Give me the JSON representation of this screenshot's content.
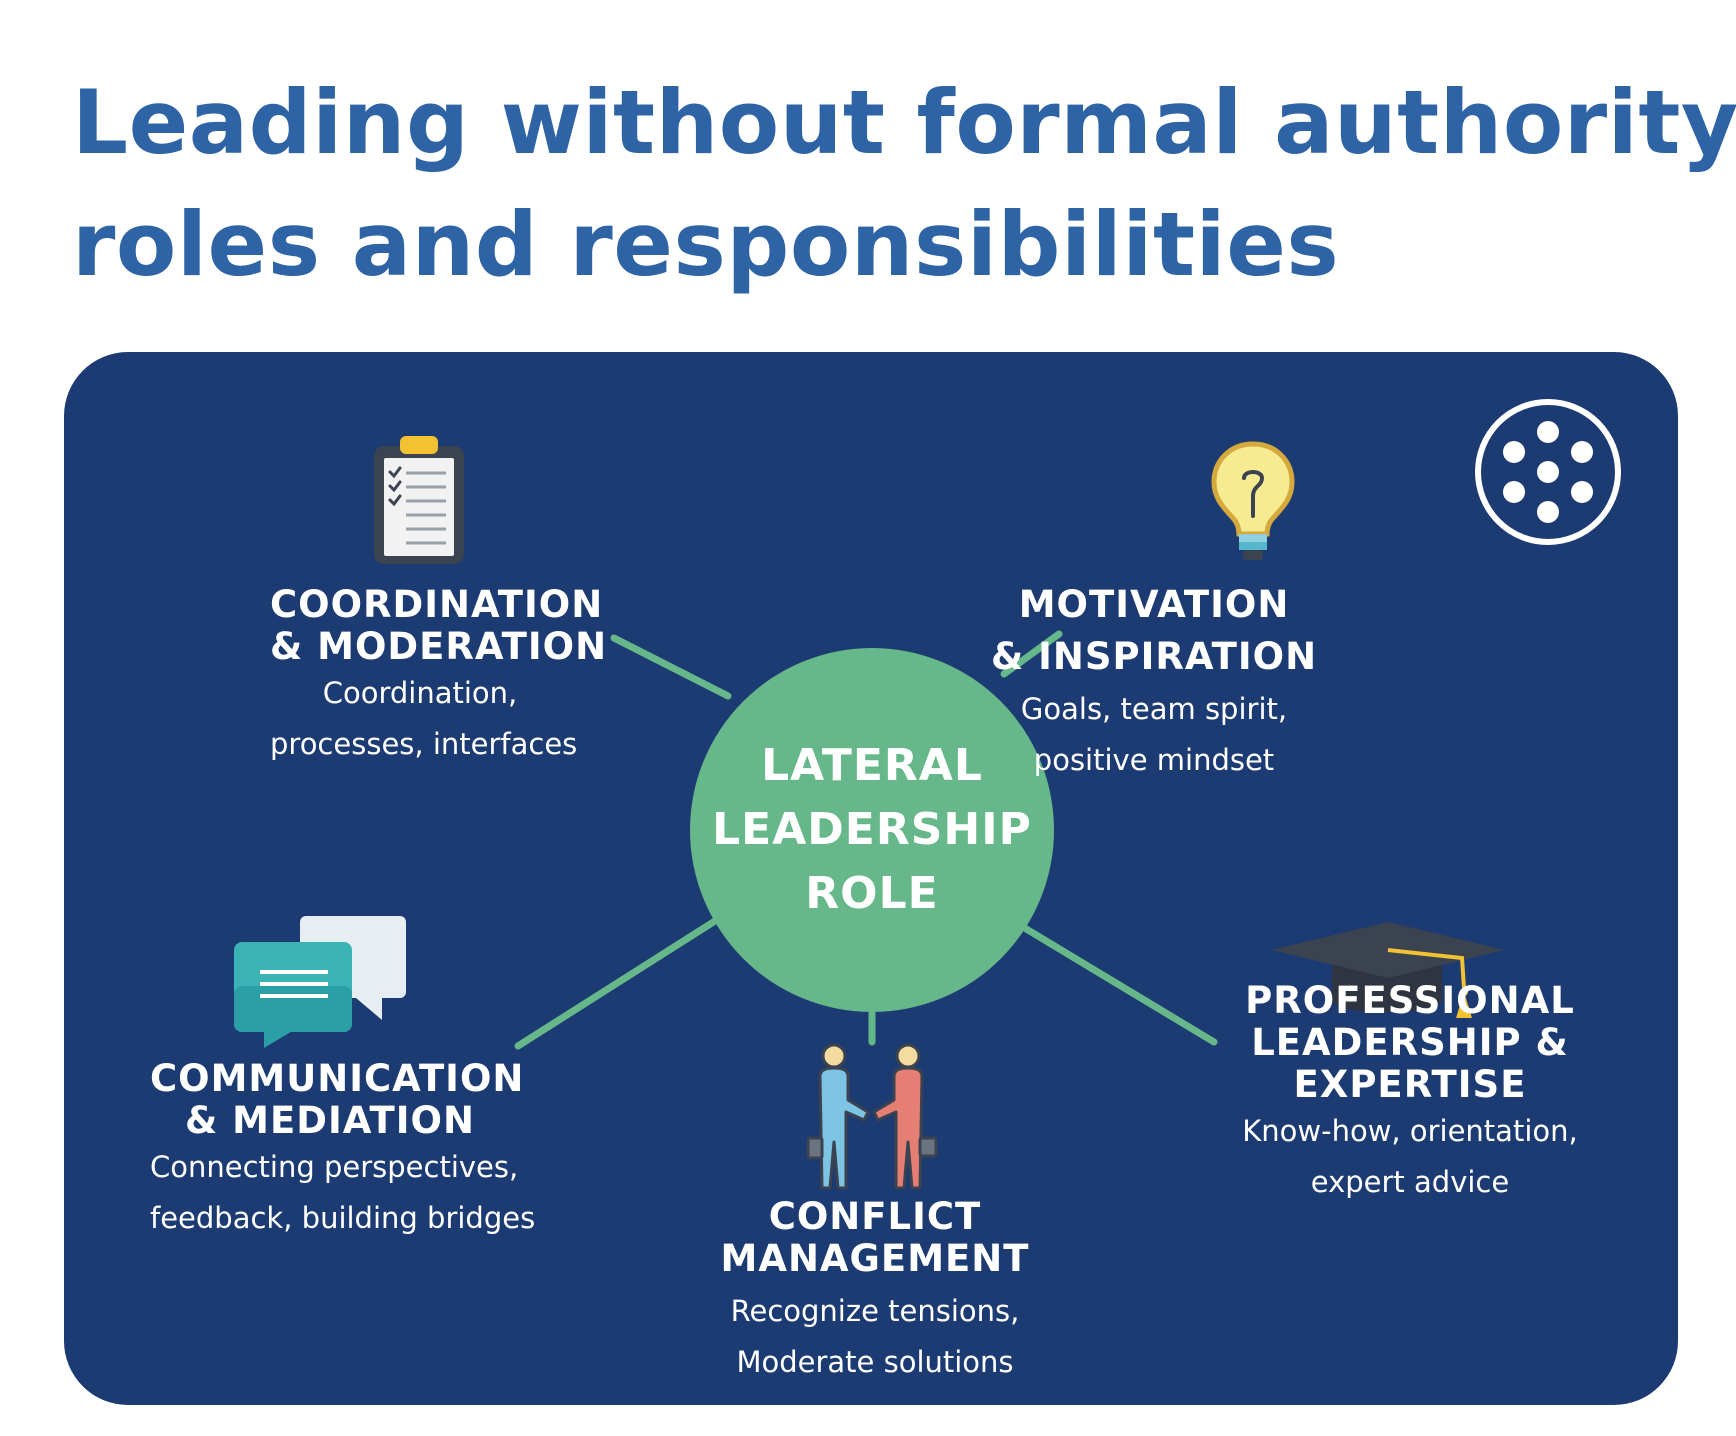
{
  "title": {
    "line1": "Leading without formal authority:",
    "line2": "roles and responsibilities"
  },
  "colors": {
    "title": "#2e63a5",
    "panel": "#1d3b73",
    "center": "#66b78a",
    "connector": "#66b78a",
    "text": "#ffffff"
  },
  "center": {
    "lines": [
      "LATERAL",
      "LEADERSHIP",
      "ROLE"
    ]
  },
  "roles": [
    {
      "icon": "clipboard-checklist-icon",
      "heading": [
        "COORDINATION",
        "& MODERATION"
      ],
      "description": [
        "Coordination,",
        "processes, interfaces"
      ]
    },
    {
      "icon": "lightbulb-icon",
      "heading": [
        "MOTIVATION",
        "& INSPIRATION"
      ],
      "description": [
        "Goals, team spirit,",
        "positive mindset"
      ]
    },
    {
      "icon": "speech-bubbles-icon",
      "heading": [
        "COMMUNICATION",
        "& MEDIATION"
      ],
      "description": [
        "Connecting perspectives,",
        "feedback, building bridges"
      ]
    },
    {
      "icon": "handshake-icon",
      "heading": [
        "CONFLICT",
        "MANAGEMENT"
      ],
      "description": [
        "Recognize tensions,",
        "Moderate solutions"
      ]
    },
    {
      "icon": "graduation-cap-icon",
      "heading": [
        "PROFESSIONAL",
        "LEADERSHIP &",
        "EXPERTISE"
      ],
      "description": [
        "Know-how, orientation,",
        "expert advice"
      ]
    }
  ],
  "logo": {
    "icon": "dots-circle-logo-icon"
  }
}
